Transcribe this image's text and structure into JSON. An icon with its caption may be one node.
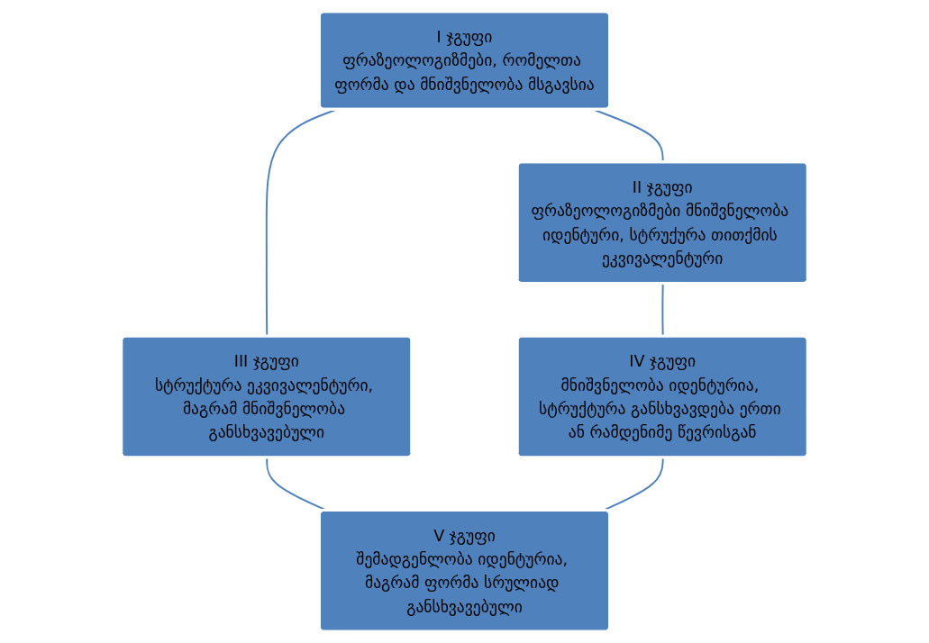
{
  "diagram": {
    "nodes": [
      {
        "text": [
          "I ჯგუფი",
          "ფრაზეოლოგიზმები, რომელთა ფორმა და მნიშვნელობა მსგავსია"
        ]
      },
      {
        "text": [
          "II ჯგუფი",
          "ფრაზეოლოგიზმები მნიშვნელობა იდენტური, სტრუქურა თითქმის ეკვივალენტური"
        ]
      },
      {
        "text": [
          "III ჯგუფი",
          "სტრუქტურა ეკვივალენტური, მაგრამ მნიშვნელობა განსხვავებული"
        ]
      },
      {
        "text": [
          "IV ჯგუფი",
          "მნიშვნელობა იდენტურია, სტრუქტურა განსხვავდება ერთი ან რამდენიმე წევრისგან"
        ]
      },
      {
        "text": [
          "V ჯგუფი",
          "შემადგენლობა იდენტურია, მაგრამ ფორმა სრულიად განსხვავებული"
        ]
      }
    ],
    "edges": [
      {
        "from": 0,
        "to": 1,
        "arrow": "none"
      },
      {
        "from": 0,
        "to": 2,
        "arrow": "none"
      },
      {
        "from": 1,
        "to": 3,
        "arrow": "none"
      },
      {
        "from": 2,
        "to": 4,
        "arrow": "none"
      },
      {
        "from": 3,
        "to": 4,
        "arrow": "none"
      }
    ]
  }
}
